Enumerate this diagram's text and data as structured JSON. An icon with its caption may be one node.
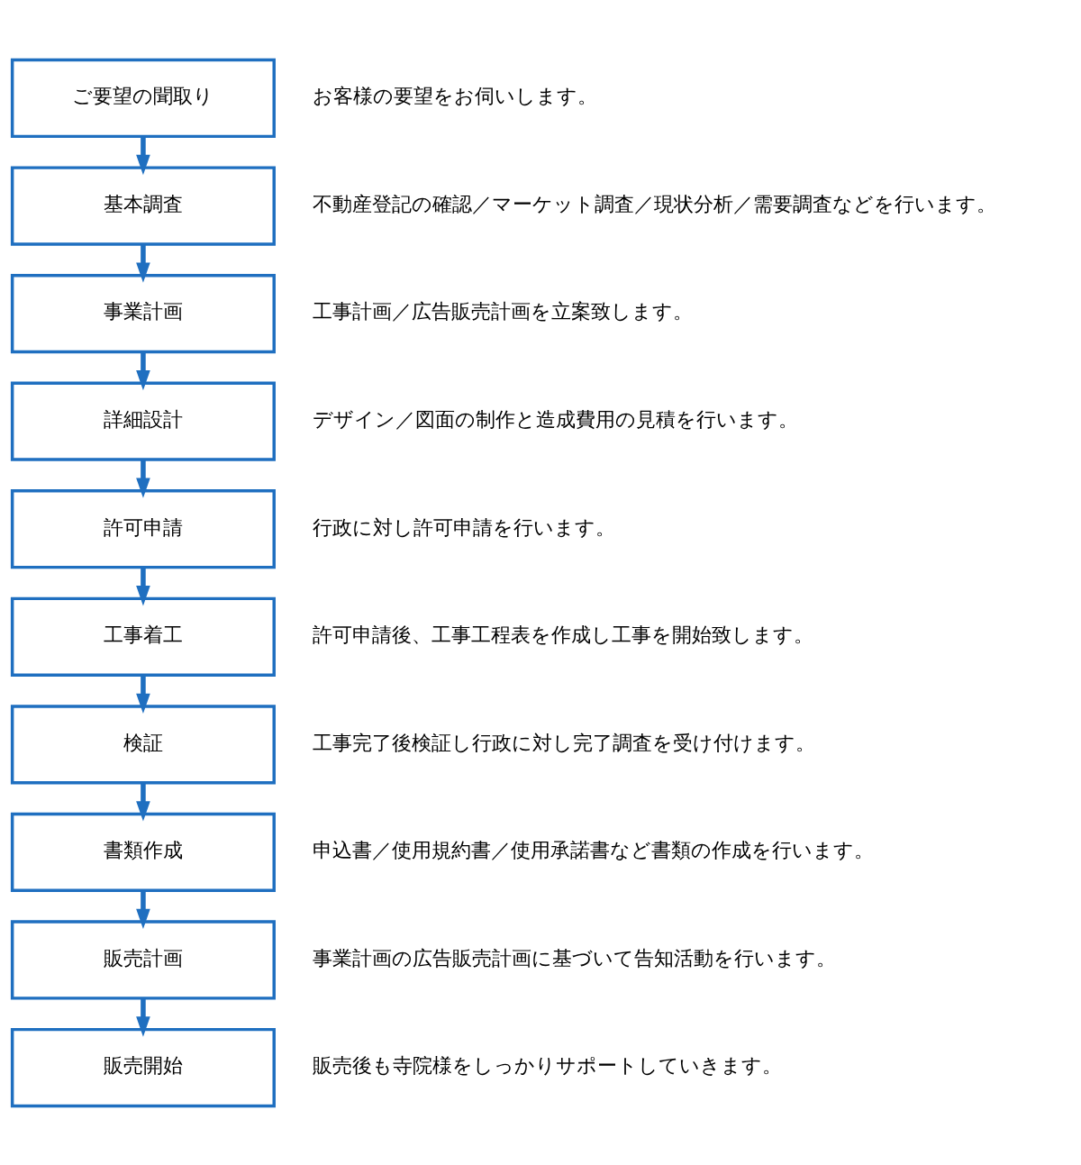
{
  "diagram": {
    "nodes": [
      {
        "text": [
          "ご要望の聞取り"
        ],
        "beside": [
          "お客様の要望をお伺いします。"
        ]
      },
      {
        "text": [
          "基本調査"
        ],
        "beside": [
          "不動産登記の確認／マーケット調査／現状分析／需要調査などを行います。"
        ]
      },
      {
        "text": [
          "事業計画"
        ],
        "beside": [
          "工事計画／広告販売計画を立案致します。"
        ]
      },
      {
        "text": [
          "詳細設計"
        ],
        "beside": [
          "デザイン／図面の制作と造成費用の見積を行います。"
        ]
      },
      {
        "text": [
          "許可申請"
        ],
        "beside": [
          "行政に対し許可申請を行います。"
        ]
      },
      {
        "text": [
          "工事着工"
        ],
        "beside": [
          "許可申請後、工事工程表を作成し工事を開始致します。"
        ]
      },
      {
        "text": [
          "検証"
        ],
        "beside": [
          "工事完了後検証し行政に対し完了調査を受け付けます。"
        ]
      },
      {
        "text": [
          "書類作成"
        ],
        "beside": [
          "申込書／使用規約書／使用承諾書など書類の作成を行います。"
        ]
      },
      {
        "text": [
          "販売計画"
        ],
        "beside": [
          "事業計画の広告販売計画に基づいて告知活動を行います。"
        ]
      },
      {
        "text": [
          "販売開始"
        ],
        "beside": [
          "販売後も寺院様をしっかりサポートしていきます。"
        ]
      }
    ],
    "edges": [
      {
        "from": 0,
        "to": 1,
        "arrow": "to"
      },
      {
        "from": 1,
        "to": 2,
        "arrow": "to"
      },
      {
        "from": 2,
        "to": 3,
        "arrow": "to"
      },
      {
        "from": 3,
        "to": 4,
        "arrow": "to"
      },
      {
        "from": 4,
        "to": 5,
        "arrow": "to"
      },
      {
        "from": 5,
        "to": 6,
        "arrow": "to"
      },
      {
        "from": 6,
        "to": 7,
        "arrow": "to"
      },
      {
        "from": 7,
        "to": 8,
        "arrow": "to"
      },
      {
        "from": 8,
        "to": 9,
        "arrow": "to"
      }
    ]
  }
}
